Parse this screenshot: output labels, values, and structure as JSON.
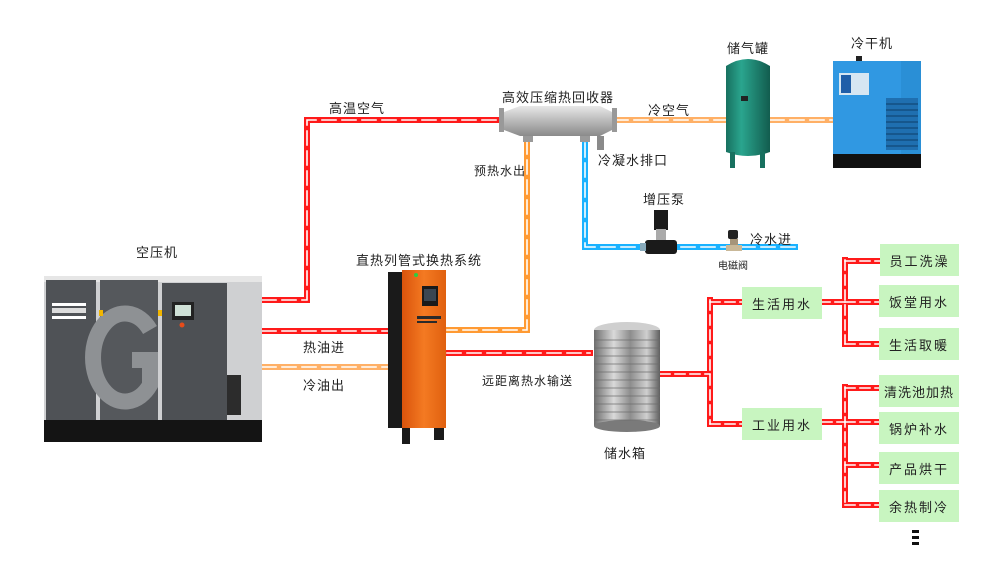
{
  "title": "空压机余热回收系统流程图",
  "equipment": {
    "air_compressor": "空压机",
    "heat_exchanger": "直热列管式换热系统",
    "recovery_unit": "高效压缩热回收器",
    "air_tank": "储气罐",
    "dryer": "冷干机",
    "booster_pump": "增压泵",
    "solenoid_valve": "电磁阀",
    "water_tank": "储水箱"
  },
  "pipes": {
    "hot_air": "高温空气",
    "cold_air": "冷空气",
    "preheat_water_out": "预热水出",
    "condensate_drain": "冷凝水排口",
    "cold_water_in": "冷水进",
    "hot_oil_in": "热油进",
    "cold_oil_out": "冷油出",
    "remote_hot_water": "远距离热水输送"
  },
  "uses": {
    "domestic": {
      "label": "生活用水",
      "items": [
        "员工洗澡",
        "饭堂用水",
        "生活取暖"
      ]
    },
    "industrial": {
      "label": "工业用水",
      "items": [
        "清洗池加热",
        "锅炉补水",
        "产品烘干",
        "余热制冷"
      ]
    },
    "more": "⋮"
  },
  "colors": {
    "hot_pipe": "#ff1a1a",
    "warm_pipe": "#ffa64d",
    "cold_pipe": "#1ab2ff",
    "box_fill": "#c8f5c0",
    "compressor": "#4a4d52",
    "exchanger": "#f06a14",
    "tank_green": "#1f8f7c",
    "dryer_blue": "#2a8fd6"
  }
}
